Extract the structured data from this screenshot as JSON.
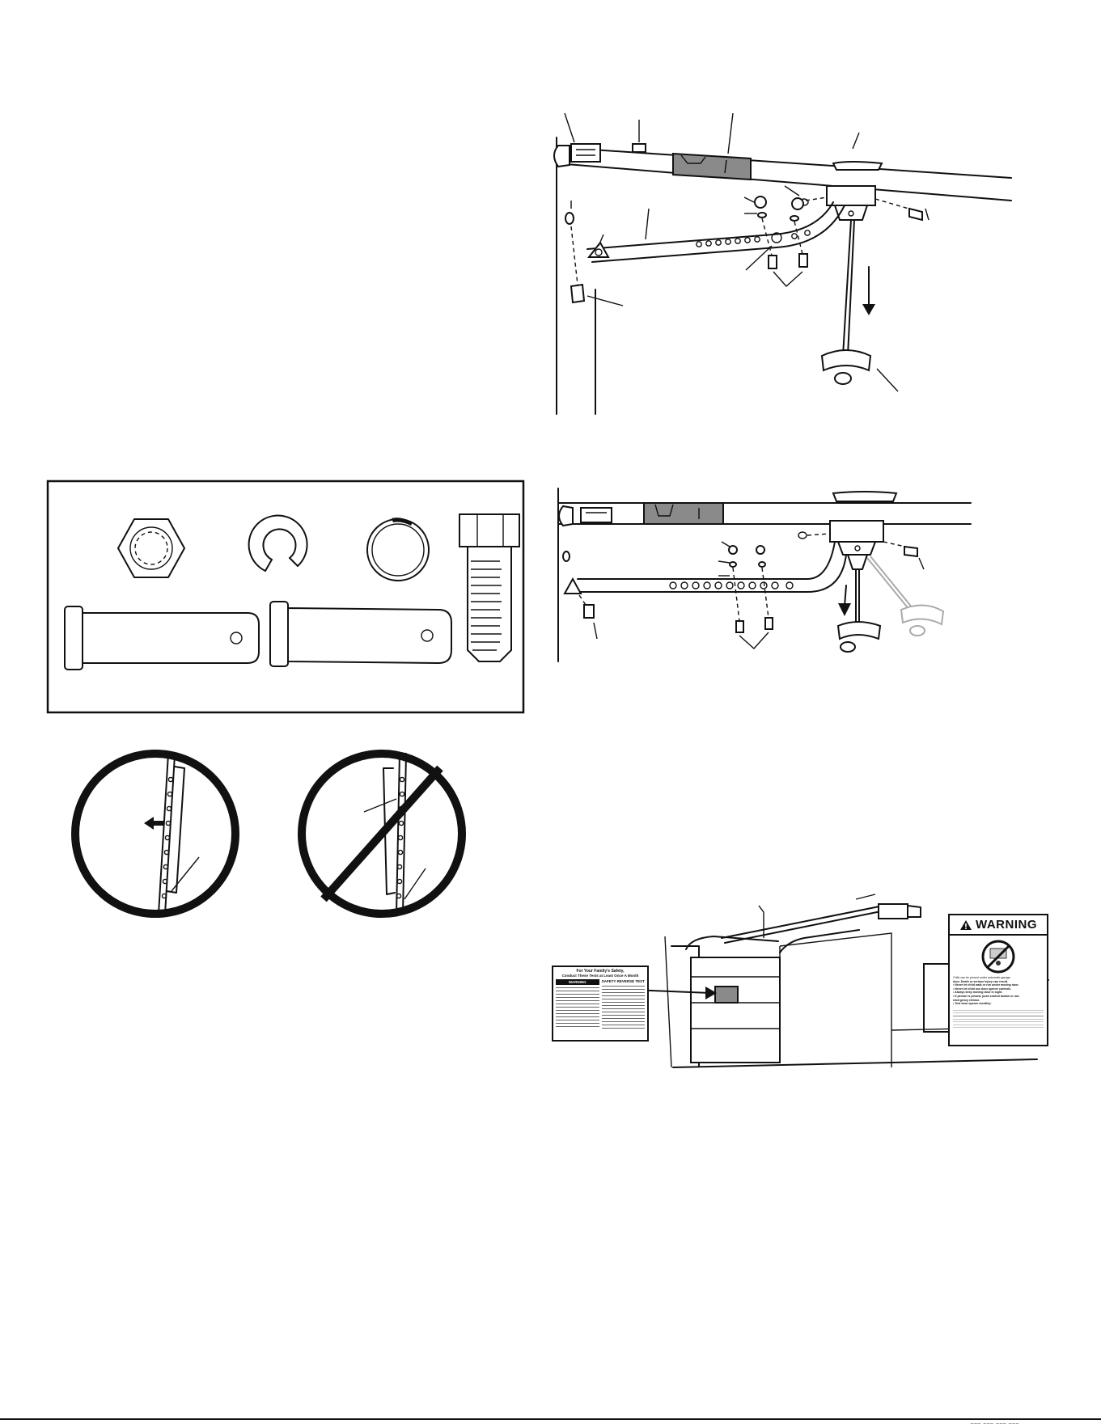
{
  "hardware_panel": {
    "title": "",
    "items": [
      "hex-nut",
      "lock-washer",
      "ring-fastener",
      "hex-bolt",
      "clevis-pin-short",
      "clevis-pin-long"
    ]
  },
  "warning_label": {
    "heading": "WARNING",
    "lines": [
      "Child can be pinned under automatic garage",
      "door. Death or serious injury can result.",
      "• Never let child walk or run under moving door.",
      "• Never let child use door opener controls.",
      "• Always keep moving door in sight.",
      "• If person is pinned, push control button or use",
      "  emergency release.",
      "• Test door opener monthly:"
    ]
  },
  "door_label": {
    "lines": [
      "For Your Family's Safety,",
      "Conduct These Tests at Least Once A Month"
    ],
    "sub_heading": "WARNING",
    "right_heading": "SAFETY REVERSE TEST"
  },
  "footer": {
    "text": "___ ___ ___ ___"
  }
}
